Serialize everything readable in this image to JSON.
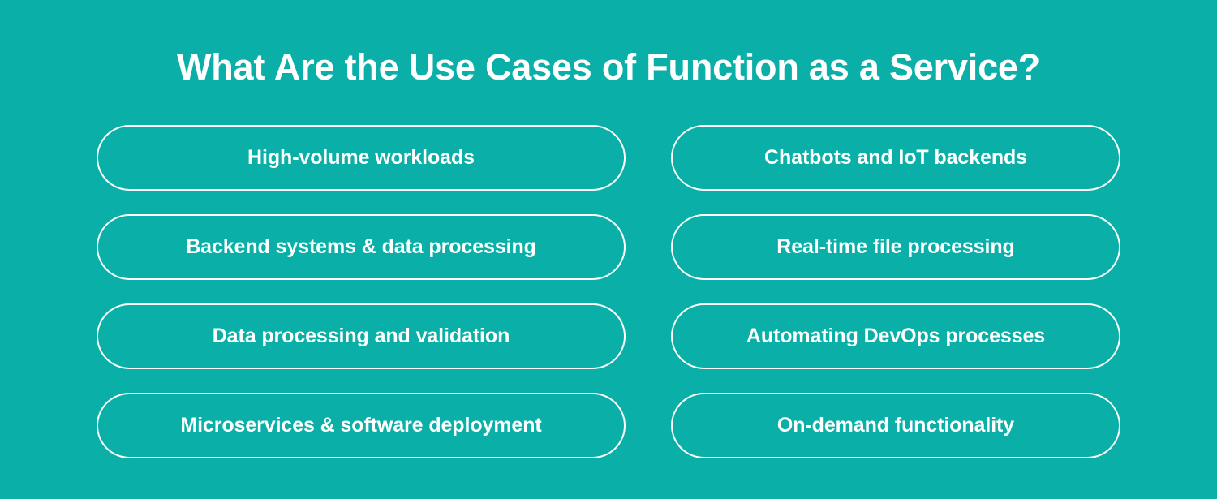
{
  "theme": {
    "background_color": "#0AB0A8",
    "foreground_color": "#FFFFFF",
    "border_color": "#FFFFFF"
  },
  "header": {
    "title": "What Are the Use Cases of Function as a Service?"
  },
  "use_cases": {
    "columns": [
      {
        "column_name": "left-column",
        "items": [
          {
            "label": "High-volume workloads"
          },
          {
            "label": "Backend systems & data processing"
          },
          {
            "label": "Data processing and validation"
          },
          {
            "label": "Microservices & software deployment"
          }
        ]
      },
      {
        "column_name": "right-column",
        "items": [
          {
            "label": "Chatbots and IoT backends"
          },
          {
            "label": "Real-time file processing"
          },
          {
            "label": "Automating DevOps processes"
          },
          {
            "label": "On-demand functionality"
          }
        ]
      }
    ]
  }
}
